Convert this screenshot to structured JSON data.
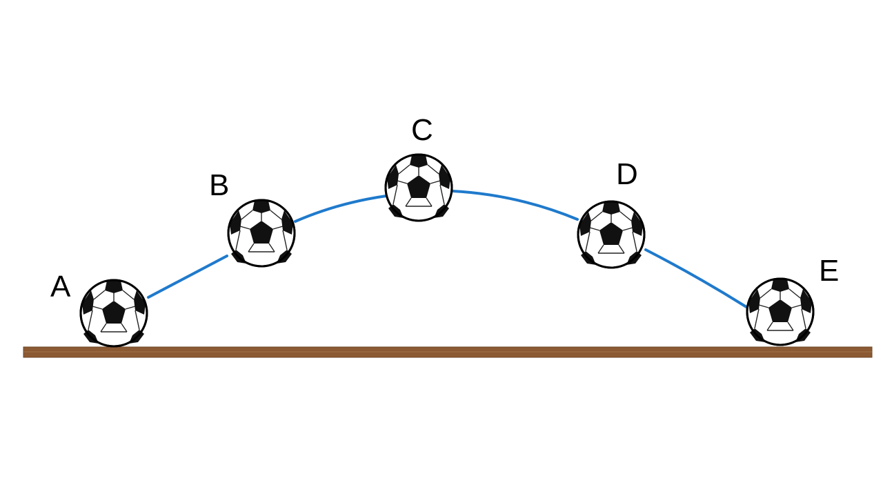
{
  "diagram": {
    "colors": {
      "background": "#ffffff",
      "trajectory": "#1f7acc",
      "ground": "#8b5a33",
      "ground_edge": "#6e4424",
      "ball_outline": "#000000",
      "ball_fill": "#ffffff",
      "ball_patch": "#111111"
    },
    "ground": {
      "icon": "ground-surface"
    },
    "trajectory": {
      "icon": "arc-path"
    },
    "points": [
      {
        "label": "A",
        "icon": "soccer-ball"
      },
      {
        "label": "B",
        "icon": "soccer-ball"
      },
      {
        "label": "C",
        "icon": "soccer-ball"
      },
      {
        "label": "D",
        "icon": "soccer-ball"
      },
      {
        "label": "E",
        "icon": "soccer-ball"
      }
    ]
  }
}
